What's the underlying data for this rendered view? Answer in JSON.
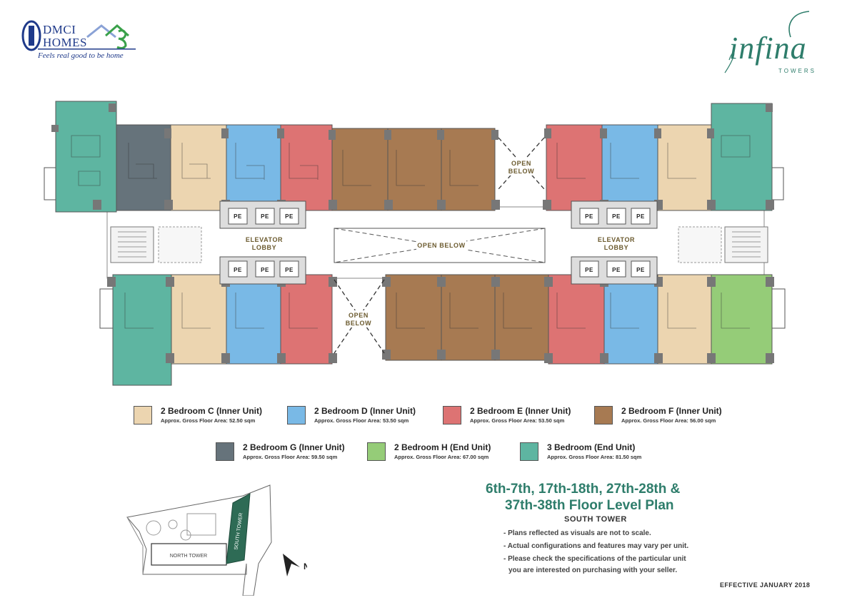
{
  "header": {
    "brand": {
      "line1": "DMCI",
      "line2": "HOMES",
      "tagline": "Feels real good to be home"
    },
    "project": {
      "name": "infina",
      "sub": "TOWERS"
    }
  },
  "plan": {
    "open_below_labels": [
      "OPEN",
      "BELOW"
    ],
    "open_below_center": "OPEN BELOW",
    "elevator_lobby": [
      "ELEVATOR",
      "LOBBY"
    ],
    "elevator_code": "PE"
  },
  "legend": [
    {
      "id": "c",
      "title": "2 Bedroom C (Inner Unit)",
      "area": "Approx. Gross Floor Area: 52.50 sqm",
      "color": "#ecd5b0"
    },
    {
      "id": "d",
      "title": "2 Bedroom D (Inner Unit)",
      "area": "Approx. Gross Floor Area: 53.50 sqm",
      "color": "#79b9e6"
    },
    {
      "id": "e",
      "title": "2 Bedroom E (Inner Unit)",
      "area": "Approx. Gross Floor Area: 53.50 sqm",
      "color": "#dd7373"
    },
    {
      "id": "f",
      "title": "2 Bedroom F (Inner Unit)",
      "area": "Approx. Gross Floor Area: 56.00 sqm",
      "color": "#a77a52"
    },
    {
      "id": "g",
      "title": "2 Bedroom G (Inner Unit)",
      "area": "Approx. Gross Floor Area: 59.50 sqm",
      "color": "#66737b"
    },
    {
      "id": "h",
      "title": "2 Bedroom H (End Unit)",
      "area": "Approx. Gross Floor Area: 67.00 sqm",
      "color": "#95cc78"
    },
    {
      "id": "3br",
      "title": "3 Bedroom (End Unit)",
      "area": "Approx. Gross Floor Area: 81.50 sqm",
      "color": "#5eb5a1"
    }
  ],
  "title": {
    "line1": "6th-7th, 17th-18th, 27th-28th &",
    "line2": "37th-38th Floor Level Plan",
    "tower": "SOUTH TOWER"
  },
  "notes": [
    "- Plans reflected as visuals are not to scale.",
    "- Actual configurations and features may vary per unit.",
    "- Please check the specifications of the particular unit",
    "you are interested on purchasing with your seller."
  ],
  "site_map": {
    "north_tower": "NORTH TOWER",
    "south_tower": "SOUTH TOWER",
    "north_arrow": "N"
  },
  "effective": "EFFECTIVE JANUARY 2018"
}
